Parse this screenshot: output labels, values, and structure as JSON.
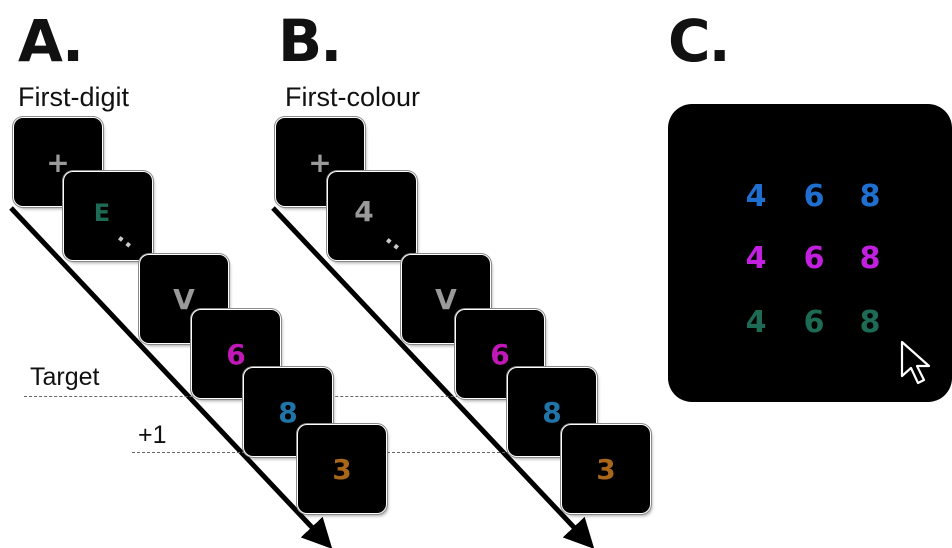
{
  "panels": {
    "a": {
      "label": "A.",
      "title": "First-digit"
    },
    "b": {
      "label": "B.",
      "title": "First-colour"
    },
    "c": {
      "label": "C."
    }
  },
  "markers": {
    "target": "Target",
    "plus_one": "+1"
  },
  "sequence_a": [
    {
      "glyph": "+",
      "color": "#9a9a9a"
    },
    {
      "glyph": "E",
      "color": "#1d6b54"
    },
    {
      "glyph": "V",
      "color": "#9a9a9a"
    },
    {
      "glyph": "6",
      "color": "#c218b8"
    },
    {
      "glyph": "8",
      "color": "#1f74a8"
    },
    {
      "glyph": "3",
      "color": "#a8661b"
    }
  ],
  "sequence_b": [
    {
      "glyph": "+",
      "color": "#9a9a9a"
    },
    {
      "glyph": "4",
      "color": "#9a9a9a"
    },
    {
      "glyph": "V",
      "color": "#9a9a9a"
    },
    {
      "glyph": "6",
      "color": "#c218b8"
    },
    {
      "glyph": "8",
      "color": "#1f74a8"
    },
    {
      "glyph": "3",
      "color": "#a8661b"
    }
  ],
  "ellipsis": "..",
  "response_grid": {
    "digits": [
      "4",
      "6",
      "8"
    ],
    "row_colors": [
      "#1f6fd1",
      "#c21fe0",
      "#1d6b54"
    ]
  },
  "cursor_icon": "mouse-pointer-icon"
}
